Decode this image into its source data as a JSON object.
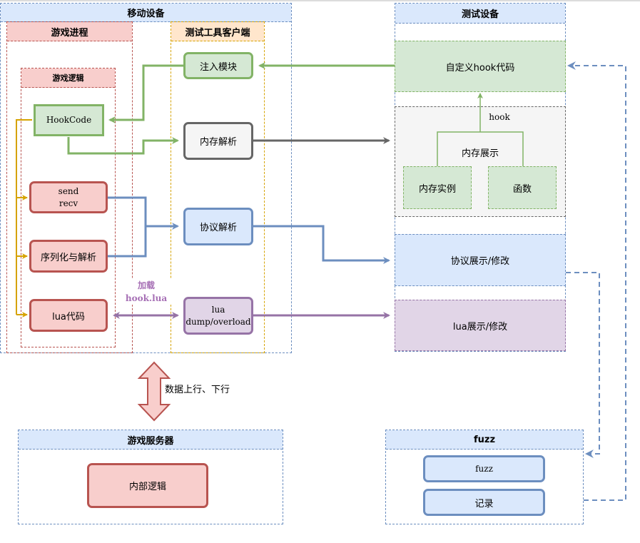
{
  "mobile_device": {
    "title": "移动设备",
    "game_process": {
      "title": "游戏进程",
      "game_logic": {
        "title": "游戏逻辑",
        "nodes": {
          "hookcode": "HookCode",
          "send_recv": [
            "send",
            "recv"
          ],
          "serialize": "序列化与解析",
          "lua_code": "lua代码"
        }
      }
    },
    "test_client": {
      "title": "测试工具客户端",
      "nodes": {
        "inject": "注入模块",
        "memory_parse": "内存解析",
        "protocol_parse": "协议解析",
        "lua_dump": [
          "lua",
          "dump/overload"
        ]
      }
    },
    "load_label": [
      "加载",
      "hook.lua"
    ]
  },
  "test_device": {
    "title": "测试设备",
    "custom_hook": "自定义hook代码",
    "hook_edge_label": "hook",
    "memory_display": {
      "title": "内存展示",
      "instance": "内存实例",
      "function": "函数"
    },
    "protocol_display": "协议展示/修改",
    "lua_display": "lua展示/修改"
  },
  "data_flow_label": "数据上行、下行",
  "game_server": {
    "title": "游戏服务器",
    "internal_logic": "内部逻辑"
  },
  "fuzz": {
    "title": "fuzz",
    "nodes": {
      "fuzz": "fuzz",
      "record": "记录"
    }
  },
  "colors": {
    "green": "#82b366",
    "gray": "#666666",
    "blue": "#6c8ebf",
    "purple": "#9673a6",
    "red": "#b85450",
    "orange": "#d6a300"
  }
}
